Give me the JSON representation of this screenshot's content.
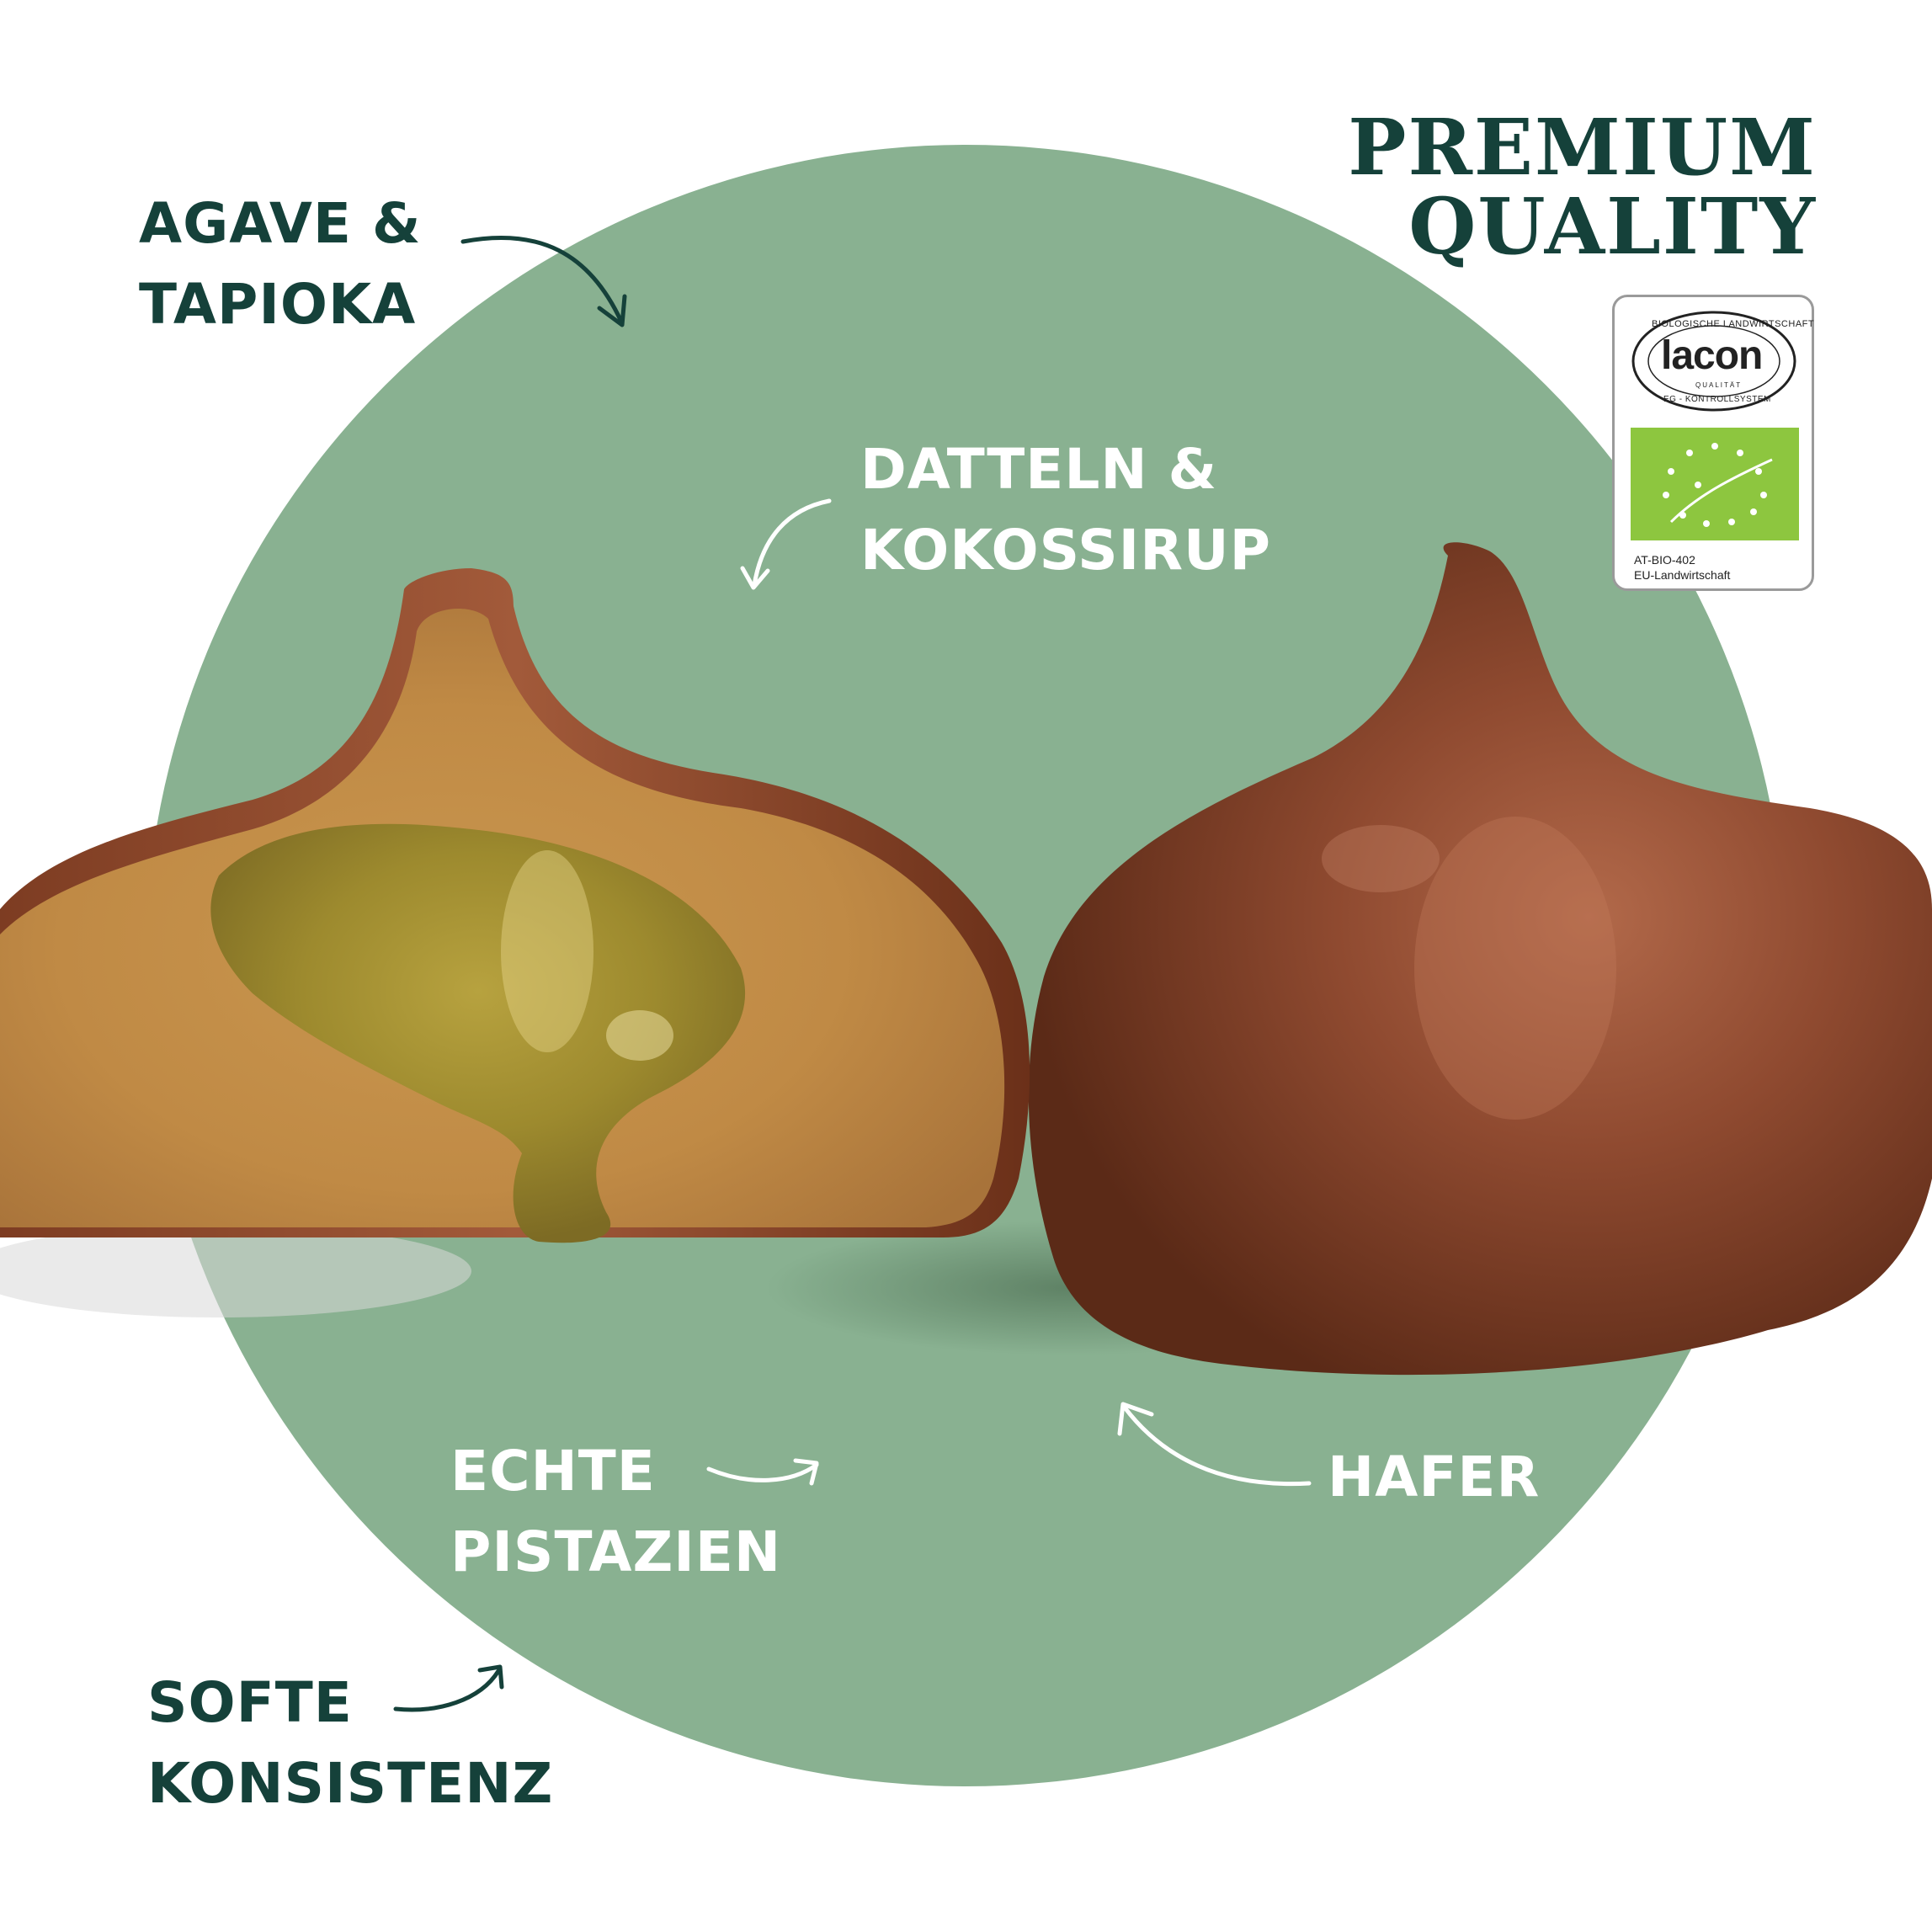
{
  "colors": {
    "background": "#ffffff",
    "circle": "#89b191",
    "dark_green": "#15413a",
    "white_text": "#ffffff",
    "eu_leaf_green": "#8dc63f"
  },
  "headline": {
    "line1": "PREMIUM",
    "line2": "QUALITY"
  },
  "labels": {
    "agave": {
      "line1": "AGAVE &",
      "line2": "TAPIOKA"
    },
    "datteln": {
      "line1": "DATTELN &",
      "line2": "KOKOSSIRUP"
    },
    "echte": {
      "line1": "ECHTE",
      "line2": "PISTAZIEN"
    },
    "hafer": {
      "line1": "HAFER"
    },
    "softe": {
      "line1": "SOFTE",
      "line2": "KONSISTENZ"
    }
  },
  "certification": {
    "seal_top": "BIOLOGISCHE LANDWIRTSCHAFT",
    "seal_brand": "lacon",
    "seal_sub": "QUALITÄT",
    "seal_bottom": "EG - KONTROLLSYSTEM",
    "code": "AT-BIO-402",
    "origin": "EU-Landwirtschaft",
    "eu_logo_icon": "eu-organic-leaf-icon"
  },
  "products": {
    "cut_praline": "pistachio-filled-praline-cut-in-half",
    "whole_praline": "chocolate-coated-praline-whole"
  }
}
